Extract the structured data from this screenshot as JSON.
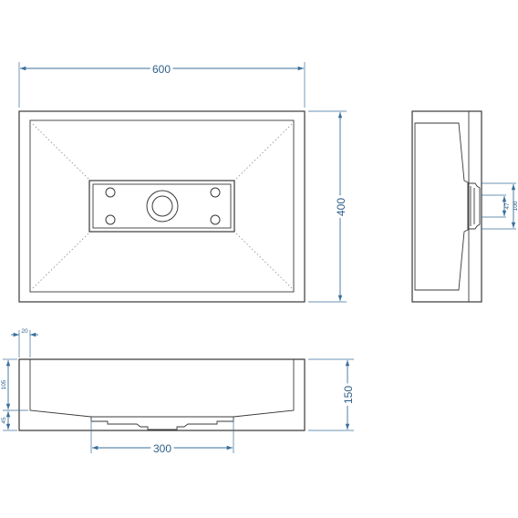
{
  "dimensions": {
    "top_width": "600",
    "top_height": "400",
    "front_width": "300",
    "front_height": "150",
    "front_wall": "20",
    "front_depth_upper": "105",
    "front_depth_lower": "45",
    "side_small": "47",
    "side_large": "100"
  },
  "colors": {
    "outline": "#3a3a3a",
    "dimension": "#3a6f9a"
  }
}
